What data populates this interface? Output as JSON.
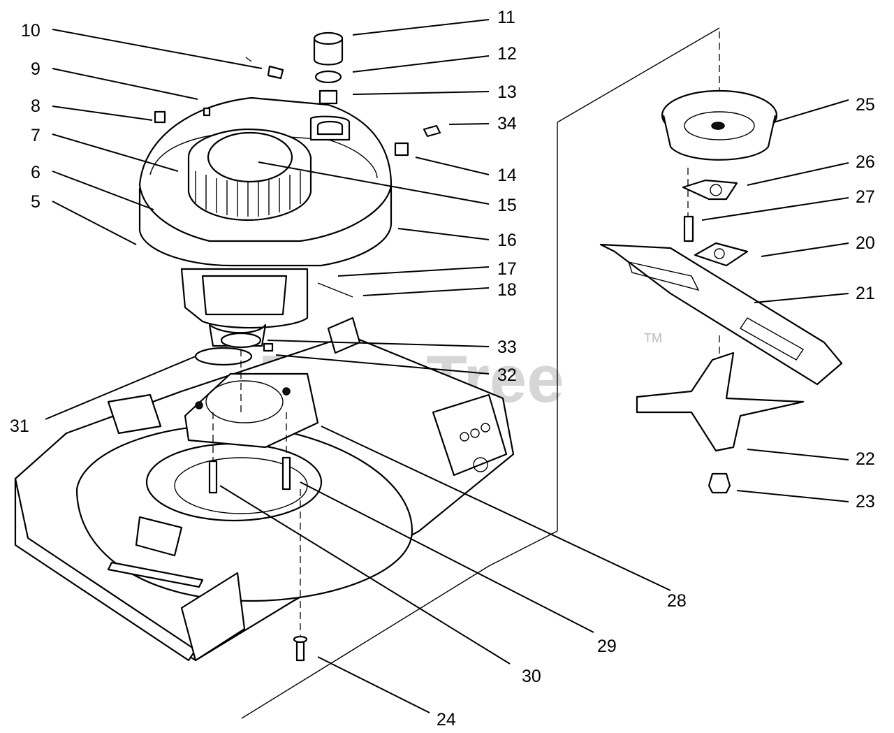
{
  "watermark": {
    "text": "PartsTree",
    "trademark": "TM"
  },
  "callouts": [
    "10",
    "9",
    "8",
    "7",
    "6",
    "5",
    "11",
    "12",
    "13",
    "34",
    "14",
    "15",
    "16",
    "17",
    "18",
    "33",
    "32",
    "31",
    "28",
    "29",
    "30",
    "24",
    "25",
    "26",
    "27",
    "20",
    "21",
    "22",
    "23"
  ]
}
